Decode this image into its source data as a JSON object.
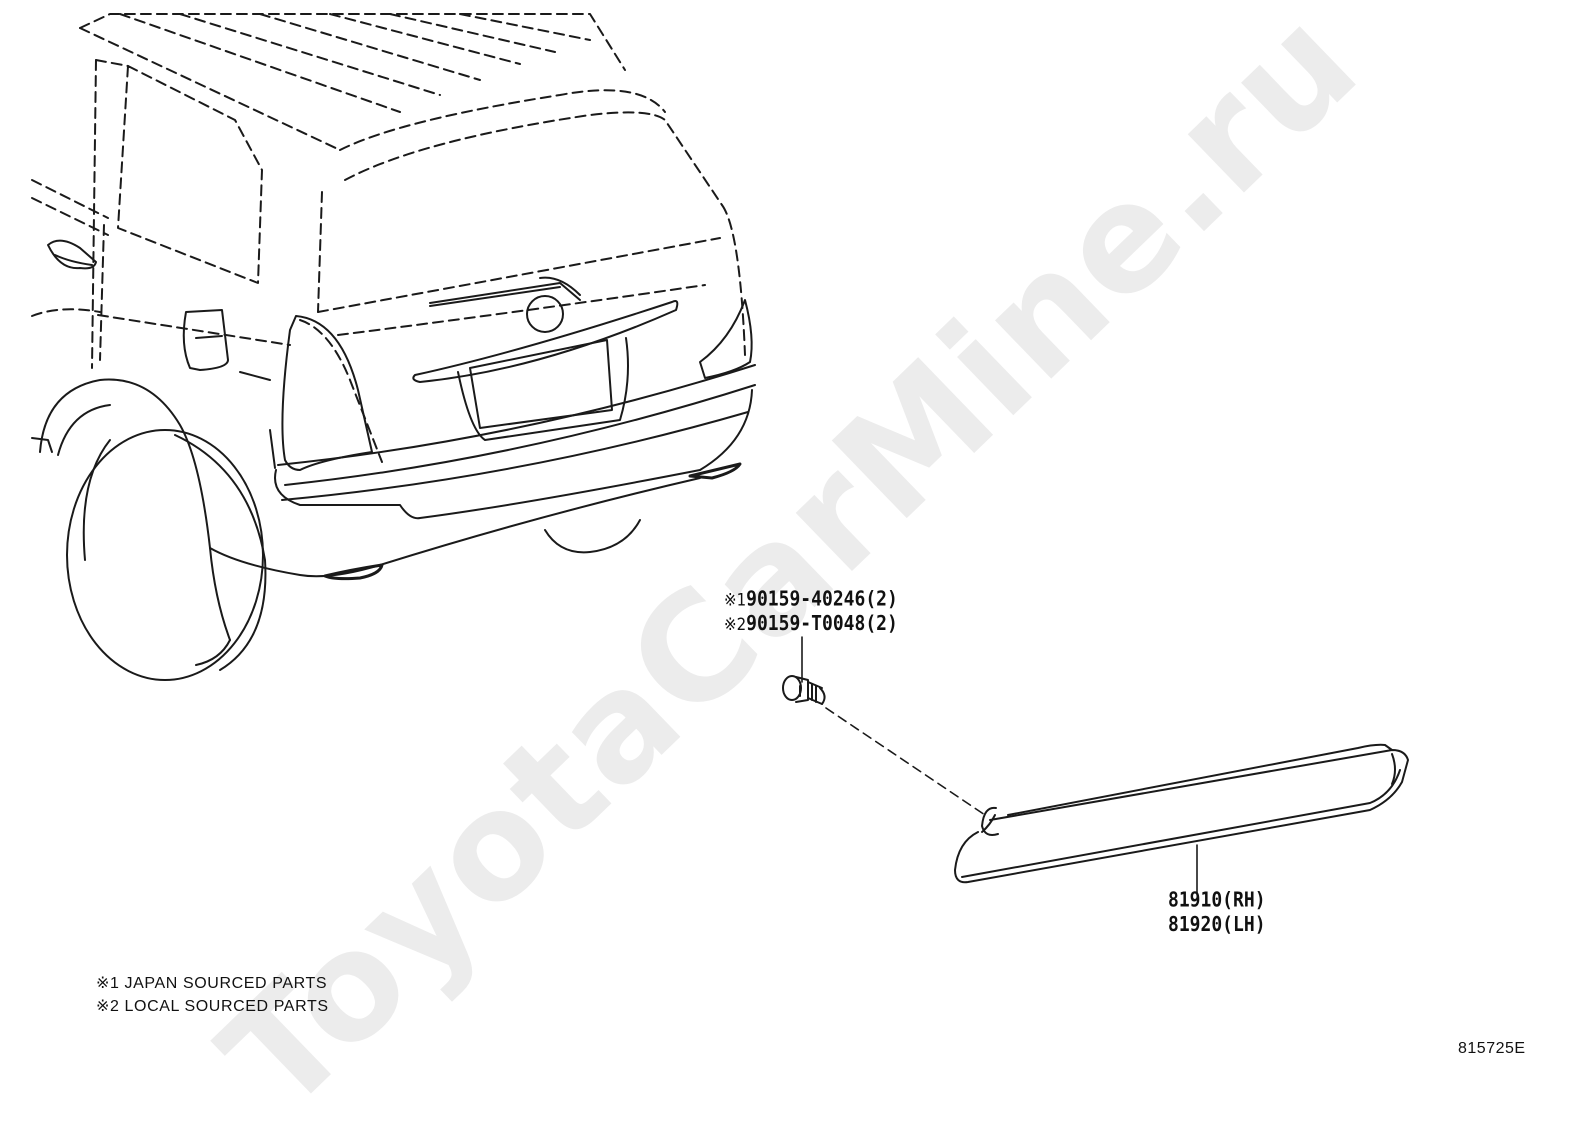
{
  "watermark": "ToyotaCarMine.ru",
  "callouts": {
    "bolt": [
      {
        "mark": "※1",
        "part_no": "90159-40246(2)"
      },
      {
        "mark": "※2",
        "part_no": "90159-T0048(2)"
      }
    ],
    "reflector": [
      "81910(RH)",
      "81920(LH)"
    ]
  },
  "notes": [
    "※1 JAPAN SOURCED PARTS",
    "※2 LOCAL SOURCED PARTS"
  ],
  "diagram_code": "815725E"
}
